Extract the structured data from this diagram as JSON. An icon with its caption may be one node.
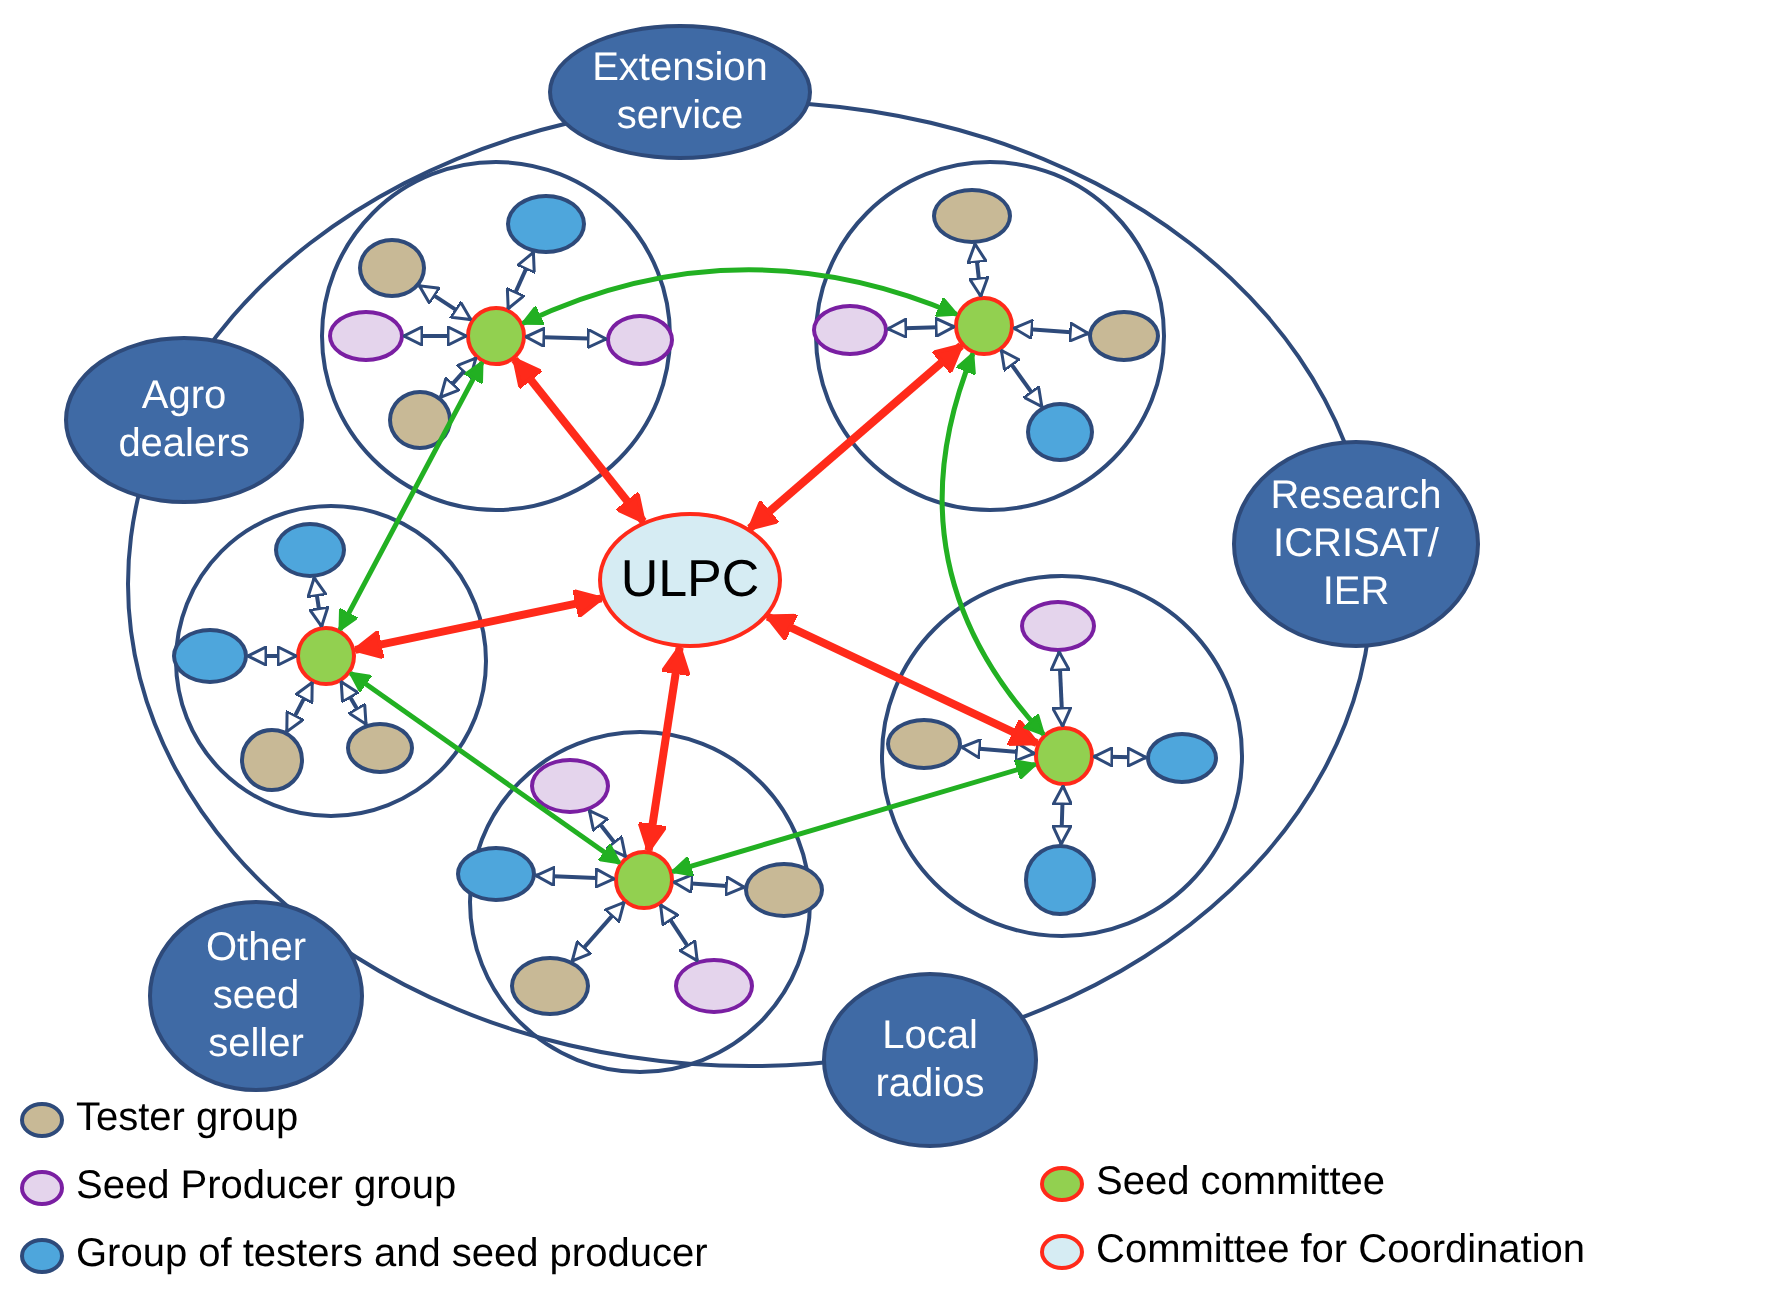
{
  "diagram": {
    "nodes": [
      {
        "text": [],
        "shape": "circle"
      },
      {
        "text": [
          "Extension service"
        ]
      },
      {
        "text": [
          "Agro dealers"
        ]
      },
      {
        "text": [
          "Research ICRISAT/ IER"
        ]
      },
      {
        "text": [
          "Other seed seller"
        ]
      },
      {
        "text": [
          "Local radios"
        ]
      },
      {
        "text": [
          "ULPC"
        ],
        "in": 0
      },
      {
        "text": [],
        "shape": "circle",
        "in": 0
      },
      {
        "text": [],
        "shape": "circle",
        "in": 7
      },
      {
        "text": [],
        "shape": "ellipse",
        "in": 7
      },
      {
        "text": [],
        "shape": "ellipse",
        "in": 7
      },
      {
        "text": [],
        "shape": "ellipse",
        "in": 7
      },
      {
        "text": [],
        "shape": "ellipse",
        "in": 7
      },
      {
        "text": [],
        "shape": "ellipse",
        "in": 7
      },
      {
        "text": [],
        "shape": "circle",
        "in": 0
      },
      {
        "text": [],
        "shape": "circle",
        "in": 14
      },
      {
        "text": [],
        "shape": "ellipse",
        "in": 14
      },
      {
        "text": [],
        "shape": "ellipse",
        "in": 14
      },
      {
        "text": [],
        "shape": "ellipse",
        "in": 14
      },
      {
        "text": [],
        "shape": "ellipse",
        "in": 14
      },
      {
        "text": [],
        "shape": "circle",
        "in": 0
      },
      {
        "text": [],
        "shape": "circle",
        "in": 20
      },
      {
        "text": [],
        "shape": "ellipse",
        "in": 20
      },
      {
        "text": [],
        "shape": "ellipse",
        "in": 20
      },
      {
        "text": [],
        "shape": "ellipse",
        "in": 20
      },
      {
        "text": [],
        "shape": "ellipse",
        "in": 20
      },
      {
        "text": [],
        "shape": "circle",
        "in": 0
      },
      {
        "text": [],
        "shape": "circle",
        "in": 26
      },
      {
        "text": [],
        "shape": "ellipse",
        "in": 26
      },
      {
        "text": [],
        "shape": "ellipse",
        "in": 26
      },
      {
        "text": [],
        "shape": "ellipse",
        "in": 26
      },
      {
        "text": [],
        "shape": "ellipse",
        "in": 26
      },
      {
        "text": [],
        "shape": "circle",
        "in": 0
      },
      {
        "text": [],
        "shape": "circle",
        "in": 32
      },
      {
        "text": [],
        "shape": "ellipse",
        "in": 32
      },
      {
        "text": [],
        "shape": "ellipse",
        "in": 32
      },
      {
        "text": [],
        "shape": "ellipse",
        "in": 32
      },
      {
        "text": [],
        "shape": "ellipse",
        "in": 32
      },
      {
        "text": [],
        "shape": "ellipse",
        "in": 32
      }
    ],
    "edges": [
      {
        "from": 8,
        "to": 9,
        "arrow": "both"
      },
      {
        "from": 8,
        "to": 10,
        "arrow": "both"
      },
      {
        "from": 8,
        "to": 11,
        "arrow": "both"
      },
      {
        "from": 8,
        "to": 12,
        "arrow": "both"
      },
      {
        "from": 8,
        "to": 13,
        "arrow": "both"
      },
      {
        "from": 15,
        "to": 16,
        "arrow": "both"
      },
      {
        "from": 15,
        "to": 17,
        "arrow": "both"
      },
      {
        "from": 15,
        "to": 18,
        "arrow": "both"
      },
      {
        "from": 15,
        "to": 19,
        "arrow": "both"
      },
      {
        "from": 21,
        "to": 22,
        "arrow": "both"
      },
      {
        "from": 21,
        "to": 23,
        "arrow": "both"
      },
      {
        "from": 21,
        "to": 24,
        "arrow": "both"
      },
      {
        "from": 21,
        "to": 25,
        "arrow": "both"
      },
      {
        "from": 27,
        "to": 28,
        "arrow": "both"
      },
      {
        "from": 27,
        "to": 29,
        "arrow": "both"
      },
      {
        "from": 27,
        "to": 30,
        "arrow": "both"
      },
      {
        "from": 27,
        "to": 31,
        "arrow": "both"
      },
      {
        "from": 33,
        "to": 34,
        "arrow": "both"
      },
      {
        "from": 33,
        "to": 35,
        "arrow": "both"
      },
      {
        "from": 33,
        "to": 36,
        "arrow": "both"
      },
      {
        "from": 33,
        "to": 37,
        "arrow": "both"
      },
      {
        "from": 33,
        "to": 38,
        "arrow": "both"
      },
      {
        "from": 6,
        "to": 8,
        "arrow": "both",
        "style": "thick",
        "color": "#ff2a1a"
      },
      {
        "from": 6,
        "to": 15,
        "arrow": "both",
        "style": "thick",
        "color": "#ff2a1a"
      },
      {
        "from": 6,
        "to": 21,
        "arrow": "both",
        "style": "thick",
        "color": "#ff2a1a"
      },
      {
        "from": 6,
        "to": 27,
        "arrow": "both",
        "style": "thick",
        "color": "#ff2a1a"
      },
      {
        "from": 6,
        "to": 33,
        "arrow": "both",
        "style": "thick",
        "color": "#ff2a1a"
      },
      {
        "from": 8,
        "to": 15,
        "arrow": "both",
        "color": "#22b022"
      },
      {
        "from": 8,
        "to": 21,
        "arrow": "both",
        "color": "#22b022"
      },
      {
        "from": 21,
        "to": 33,
        "arrow": "both",
        "color": "#22b022"
      },
      {
        "from": 33,
        "to": 27,
        "arrow": "both",
        "color": "#22b022"
      },
      {
        "from": 15,
        "to": 27,
        "arrow": "both",
        "color": "#22b022"
      }
    ],
    "legend": [
      {
        "text": "Tester group",
        "color": "#c8b996"
      },
      {
        "text": "Seed Producer group",
        "color": "#e4d4ec"
      },
      {
        "text": "Group of testers and seed producer",
        "color": "#4ea6dc"
      },
      {
        "text": "Seed committee",
        "color": "#92d050"
      },
      {
        "text": "Committee for Coordination",
        "color": "#d6ecf3"
      }
    ]
  }
}
